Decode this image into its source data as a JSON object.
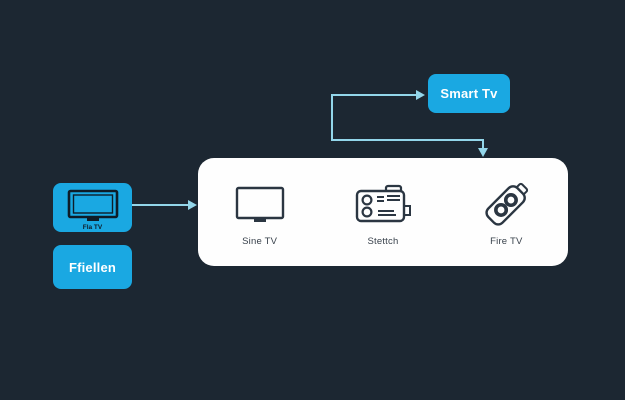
{
  "diagram": {
    "colors": {
      "background": "#1c2732",
      "node_blue": "#1aa8e2",
      "arrow_cyan": "#93d6ea",
      "panel_white": "#fefefe",
      "icon_stroke": "#2b3642",
      "panel_label_color": "#38414b"
    },
    "nodes": {
      "smart_tv": {
        "label": "Smart Tv"
      },
      "source_tv": {
        "label": "Fla TV",
        "icon": "tv-icon"
      },
      "ffiellen": {
        "label": "Ffiellen"
      },
      "panel_items": [
        {
          "label": "Sine TV",
          "icon": "tv-icon"
        },
        {
          "label": "Stettch",
          "icon": "media-box-icon"
        },
        {
          "label": "Fire TV",
          "icon": "streaming-stick-icon"
        }
      ]
    }
  }
}
